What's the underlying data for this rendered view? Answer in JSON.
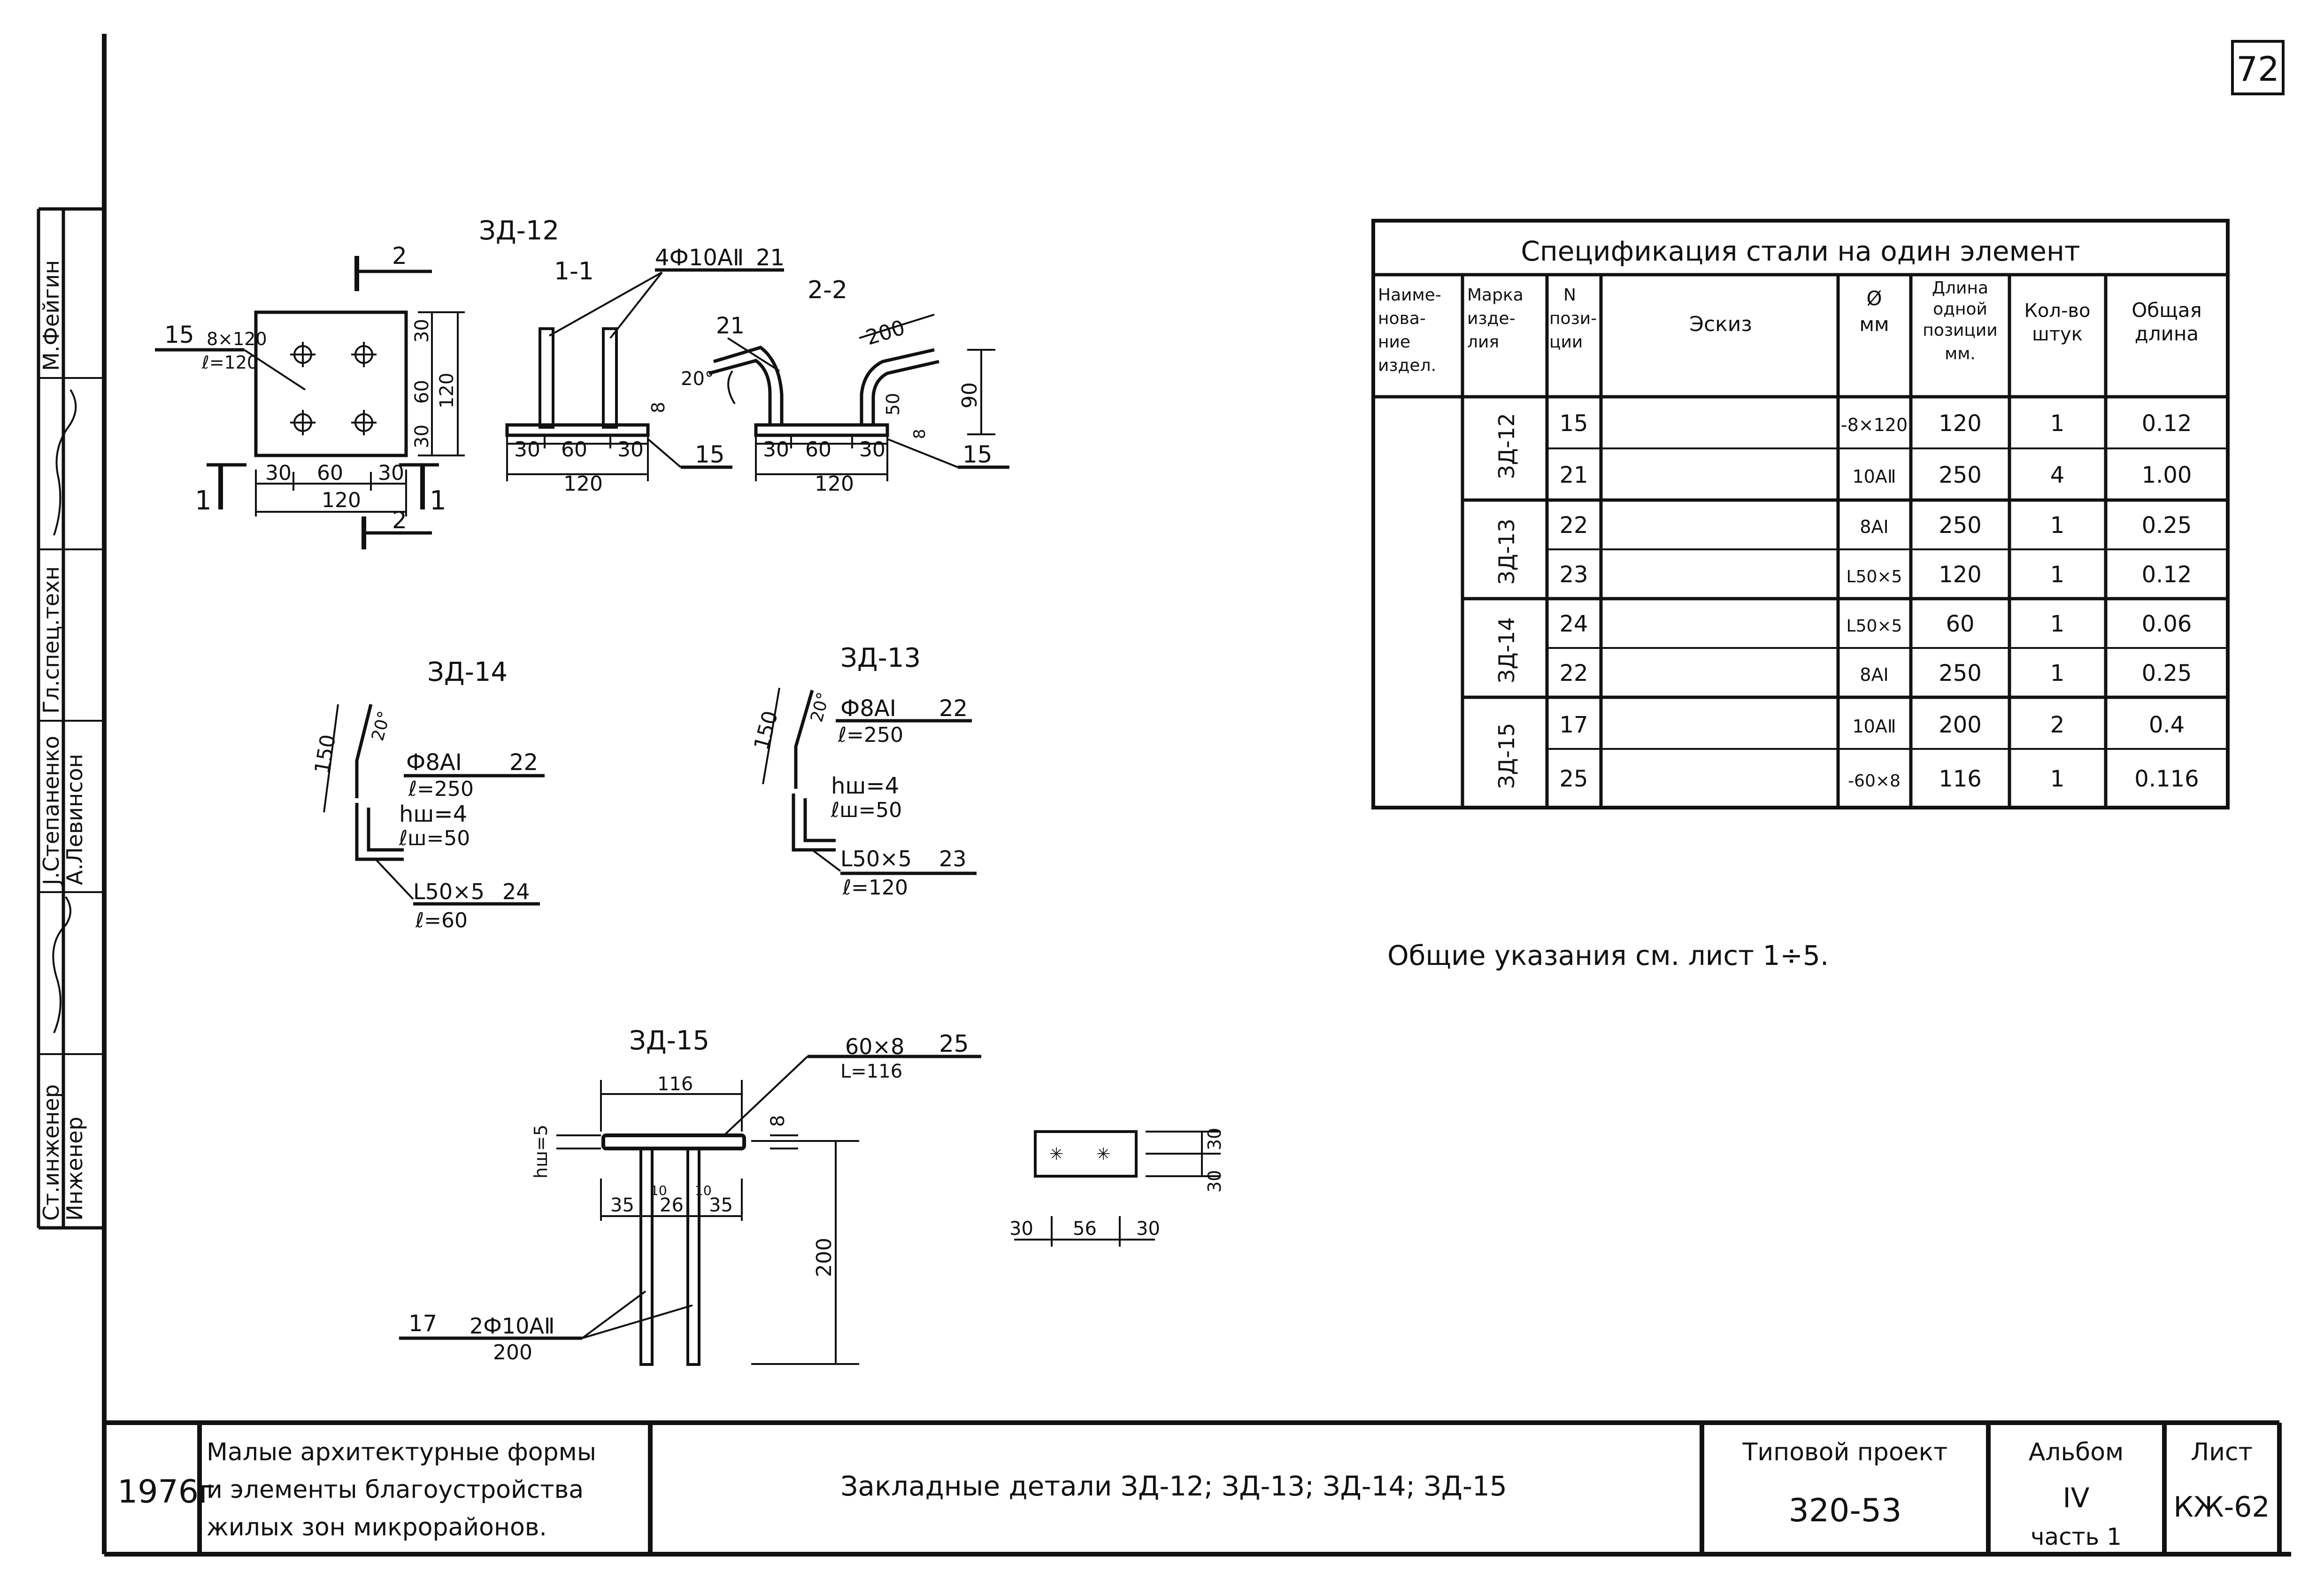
{
  "sheet_number": "72",
  "side_stamp": {
    "roles": [
      "Ст.инженер",
      "Инженер"
    ],
    "roles2": [
      "Гл.спец.техн"
    ],
    "names": [
      "М.Фейгин",
      "J.Степаненко",
      "А.Левинсон"
    ]
  },
  "drawings": {
    "zd12": {
      "title": "ЗД-12",
      "plan": {
        "pos_label": "15",
        "pos_note1": "8×120",
        "pos_note2": "ℓ=120",
        "cut_top": "2",
        "cut_bottom": "2",
        "cut_left": "1",
        "cut_right": "1",
        "dims_h": [
          "30",
          "60",
          "30"
        ],
        "dim_total_h": "120",
        "dims_v": [
          "30",
          "60",
          "30"
        ],
        "dim_total_v": "120"
      },
      "section11": {
        "title": "1-1",
        "rebar_label": "4Ф10АⅡ",
        "rebar_pos": "21",
        "dims": [
          "30",
          "60",
          "30"
        ],
        "dim_total": "120",
        "dim_t": "8",
        "pos": "15"
      },
      "section22": {
        "title": "2-2",
        "pos21": "21",
        "angle": "20°",
        "len": "200",
        "dim50": "50",
        "dim8": "8",
        "dim90": "90",
        "dims": [
          "30",
          "60",
          "30"
        ],
        "dim_total": "120",
        "pos": "15"
      }
    },
    "zd14": {
      "title": "ЗД-14",
      "len": "150",
      "angle": "20°",
      "bar": "Ф8АI",
      "bar_pos": "22",
      "bar_len": "ℓ=250",
      "hw": "hш=4",
      "lw": "ℓш=50",
      "angle_profile": "L50×5",
      "angle_pos": "24",
      "angle_len": "ℓ=60"
    },
    "zd13": {
      "title": "ЗД-13",
      "len": "150",
      "angle": "20°",
      "bar": "Ф8АI",
      "bar_pos": "22",
      "bar_len": "ℓ=250",
      "hw": "hш=4",
      "lw": "ℓш=50",
      "angle_profile": "L50×5",
      "angle_pos": "23",
      "angle_len": "ℓ=120"
    },
    "zd15": {
      "title": "ЗД-15",
      "plate": "60×8",
      "plate_pos": "25",
      "plate_len": "L=116",
      "dim116": "116",
      "dim8": "8",
      "hw": "hш=5",
      "dims": [
        "35",
        "10",
        "26",
        "10",
        "35"
      ],
      "dim200": "200",
      "bar_pos": "17",
      "bar": "2Ф10АⅡ",
      "bar_len": "200",
      "plan_dims_h": [
        "30",
        "56",
        "30"
      ],
      "plan_dims_v": [
        "30",
        "30"
      ]
    }
  },
  "spec_table": {
    "title": "Спецификация стали на один элемент",
    "headers": [
      "Наименование изделия",
      "Марка изделия",
      "N позиции",
      "Эскиз",
      "Ø мм",
      "Длина одной позиции мм.",
      "Кол-во штук",
      "Общая длина"
    ],
    "header_lines": [
      [
        "Наиме-",
        "нова-",
        "ние",
        "издел."
      ],
      [
        "Марка",
        "изде-",
        "лия"
      ],
      [
        "N",
        "пози-",
        "ции"
      ],
      [
        "Эскиз"
      ],
      [
        "Ø",
        "мм"
      ],
      [
        "Длина",
        "одной",
        "позиции",
        "мм."
      ],
      [
        "Кол-во",
        "штук"
      ],
      [
        "Общая",
        "длина"
      ]
    ],
    "groups": [
      {
        "mark": "ЗД-12",
        "rows": [
          {
            "pos": "15",
            "dia": "-8×120",
            "len": "120",
            "qty": "1",
            "total": "0.12"
          },
          {
            "pos": "21",
            "dia": "10АⅡ",
            "len": "250",
            "qty": "4",
            "total": "1.00"
          }
        ]
      },
      {
        "mark": "ЗД-13",
        "rows": [
          {
            "pos": "22",
            "dia": "8АI",
            "len": "250",
            "qty": "1",
            "total": "0.25"
          },
          {
            "pos": "23",
            "dia": "L50×5",
            "len": "120",
            "qty": "1",
            "total": "0.12"
          }
        ]
      },
      {
        "mark": "ЗД-14",
        "rows": [
          {
            "pos": "24",
            "dia": "L50×5",
            "len": "60",
            "qty": "1",
            "total": "0.06"
          },
          {
            "pos": "22",
            "dia": "8АI",
            "len": "250",
            "qty": "1",
            "total": "0.25"
          }
        ]
      },
      {
        "mark": "ЗД-15",
        "rows": [
          {
            "pos": "17",
            "dia": "10АⅡ",
            "len": "200",
            "qty": "2",
            "total": "0.4"
          },
          {
            "pos": "25",
            "dia": "-60×8",
            "len": "116",
            "qty": "1",
            "total": "0.116"
          }
        ]
      }
    ]
  },
  "general_note": "Общие указания см. лист 1÷5.",
  "title_block": {
    "year": "1976г",
    "project_name_lines": [
      "Малые архитектурные формы",
      "и элементы благоустройства",
      "жилых зон микрорайонов."
    ],
    "drawing_title": "Закладные детали ЗД-12; ЗД-13; ЗД-14; ЗД-15",
    "typical_project_label": "Типовой проект",
    "typical_project_number": "320-53",
    "album_label": "Альбом",
    "album_number": "IV",
    "album_part": "часть 1",
    "sheet_label": "Лист",
    "sheet_code": "КЖ-62"
  }
}
